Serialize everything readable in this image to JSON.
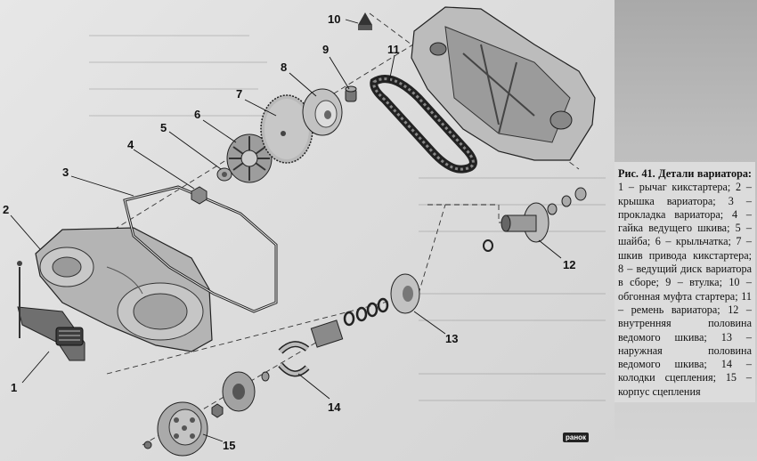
{
  "figure": {
    "callouts": [
      "10",
      "9",
      "8",
      "11",
      "7",
      "6",
      "5",
      "4",
      "3",
      "2",
      "1",
      "12",
      "13",
      "14",
      "15"
    ],
    "logo_text": "ранок"
  },
  "caption": {
    "title": "Рис. 41. Детали вариатора:",
    "body": " 1 – рычаг кикстартера; 2 – крышка вариатора; 3 – прокладка вариатора; 4 – гайка ведущего шкива; 5 – шайба; 6 – крыльчатка; 7 – шкив привода кикстартера; 8 – ведущий диск вариатора в сборе; 9 – втулка; 10 – обгонная муфта стартера; 11 – ремень вариатора; 12 – внутренняя половина ведомого шкива; 13 – наружная половина ведомого шкива; 14 – колодки сцепления; 15 – корпус сцепления"
  },
  "colors": {
    "part_light": "#d8d8d8",
    "part_mid": "#a8a8a8",
    "part_dark": "#555555",
    "line": "#222222"
  }
}
